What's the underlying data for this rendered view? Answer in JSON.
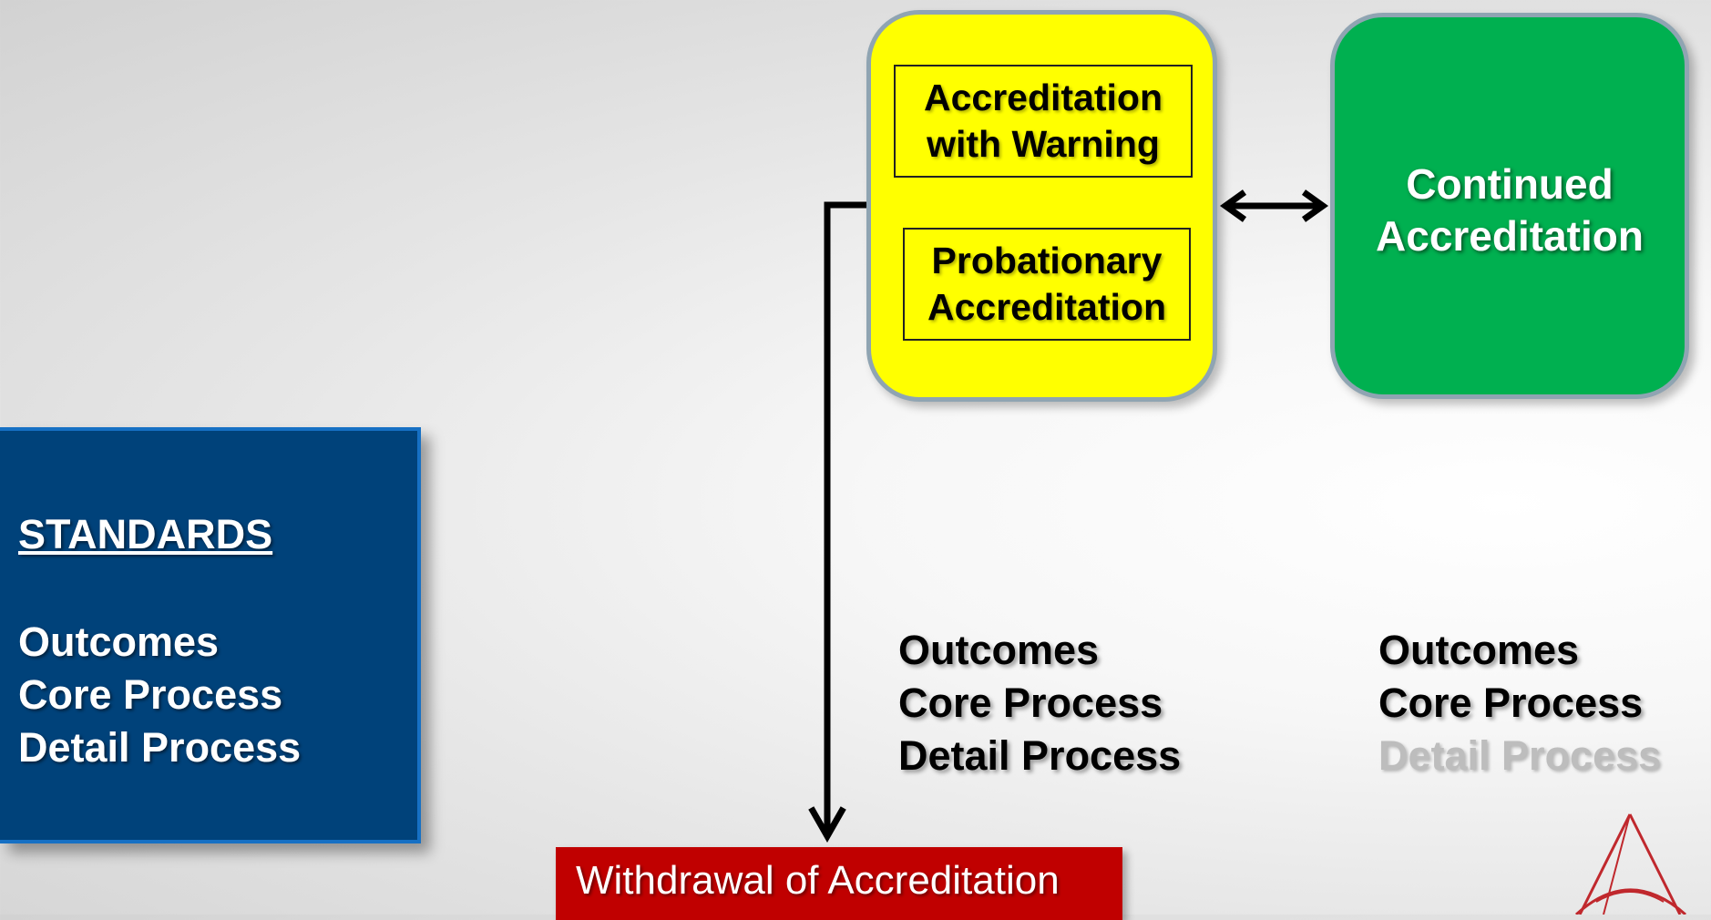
{
  "standards": {
    "heading": "STANDARDS",
    "items": [
      "Outcomes",
      "Core Process",
      "Detail Process"
    ]
  },
  "yellow_box": {
    "line1_top": "Accreditation",
    "line2_top": "with Warning",
    "line1_bottom": "Probationary",
    "line2_bottom": "Accreditation"
  },
  "green_box": {
    "line1": "Continued",
    "line2": "Accreditation"
  },
  "middle_list": [
    "Outcomes",
    "Core Process",
    "Detail Process"
  ],
  "right_list": [
    "Outcomes",
    "Core Process",
    "Detail Process"
  ],
  "withdrawal": {
    "label": "Withdrawal of Accreditation"
  },
  "colors": {
    "standards_bg": "#00427a",
    "warning_yellow": "#ffff00",
    "continued_green": "#00b050",
    "withdrawal_red": "#c00000",
    "faded_text": "#bdbdbd"
  },
  "icons": {
    "logo": "red-a-logo-icon"
  }
}
